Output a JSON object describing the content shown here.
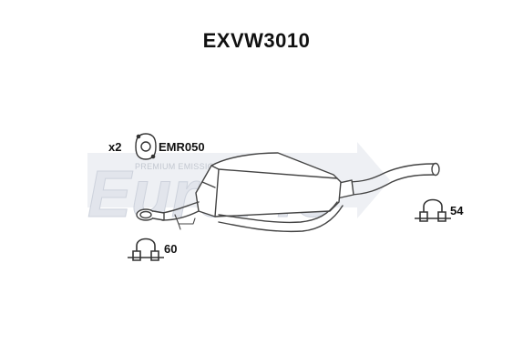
{
  "part_number": "EXVW3010",
  "watermark": {
    "brand": "EuroFlo",
    "tagline": "PREMIUM EMISSION SYSTEMS"
  },
  "components": {
    "gasket": {
      "quantity": "x2",
      "code": "EMR050"
    },
    "clamp_left": {
      "code": "60"
    },
    "clamp_right": {
      "code": "54"
    }
  },
  "colors": {
    "watermark": "#e2e5ec",
    "part_outline": "#444444",
    "part_fill": "#ffffff",
    "text": "#111111"
  }
}
